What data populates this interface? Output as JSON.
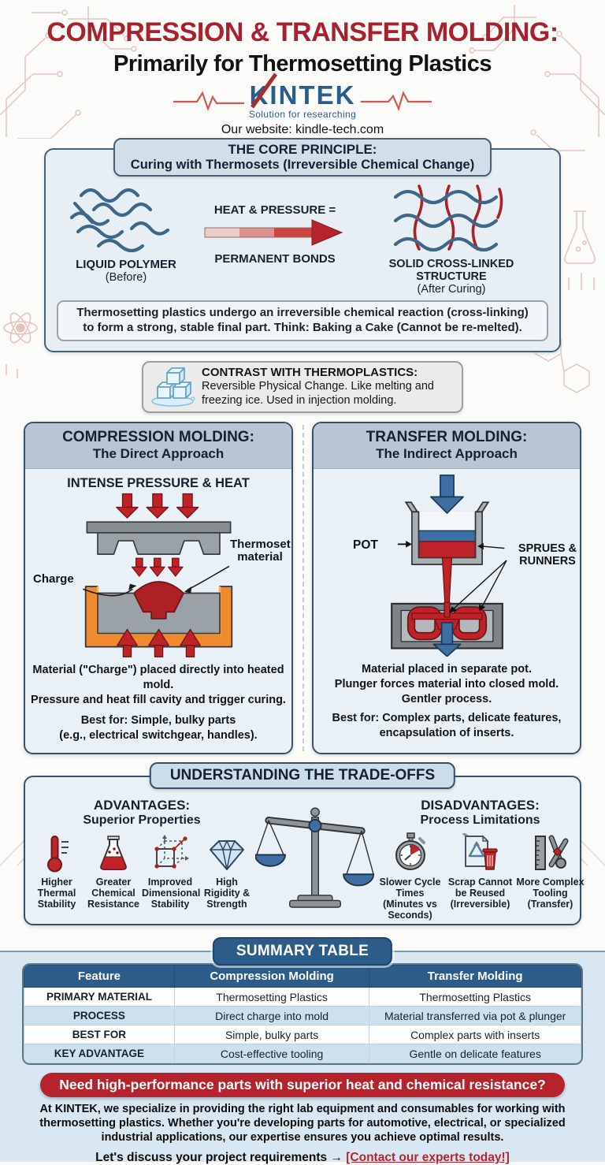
{
  "header": {
    "title": "COMPRESSION & TRANSFER MOLDING:",
    "subtitle": "Primarily for Thermosetting Plastics",
    "logo": {
      "brand": "KINTEK",
      "tagline": "Solution for researching",
      "website": "Our website: kindle-tech.com"
    }
  },
  "core_principle": {
    "heading_line1": "THE CORE PRINCIPLE:",
    "heading_line2": "Curing with Thermosets (Irreversible Chemical Change)",
    "before_label": "LIQUID POLYMER",
    "before_sub": "(Before)",
    "arrow_top": "HEAT & PRESSURE =",
    "arrow_bottom": "PERMANENT BONDS",
    "after_label": "SOLID CROSS-LINKED STRUCTURE",
    "after_sub": "(After Curing)",
    "note": "Thermosetting plastics undergo an irreversible chemical reaction (cross-linking) to form a strong, stable final part. Think: Baking a Cake (Cannot be re-melted)."
  },
  "thermoplastics_contrast": {
    "title": "CONTRAST WITH THERMOPLASTICS:",
    "text": "Reversible Physical Change. Like melting and freezing ice. Used in injection molding."
  },
  "compression_panel": {
    "title_line1": "COMPRESSION MOLDING:",
    "title_line2": "The Direct Approach",
    "pressure_label": "INTENSE PRESSURE & HEAT",
    "label_charge": "Charge",
    "label_thermoset": "Thermoset material",
    "description_line1": "Material (\"Charge\") placed directly into heated mold.",
    "description_line2": "Pressure and heat fill cavity and trigger curing.",
    "best_for_label": "Best for:",
    "best_for_line1": "Simple, bulky parts",
    "best_for_line2": "(e.g., electrical switchgear, handles)."
  },
  "transfer_panel": {
    "title_line1": "TRANSFER MOLDING:",
    "title_line2": "The Indirect Approach",
    "label_pot": "POT",
    "label_sprues": "SPRUES & RUNNERS",
    "description_line1": "Material placed in separate pot.",
    "description_line2": "Plunger forces material into closed mold.",
    "description_line3": "Gentler process.",
    "best_for_label": "Best for:",
    "best_for_text": "Complex parts, delicate features, encapsulation of inserts."
  },
  "tradeoffs": {
    "heading": "UNDERSTANDING THE TRADE-OFFS",
    "advantages_title": "ADVANTAGES:",
    "advantages_subtitle": "Superior Properties",
    "advantages": [
      {
        "icon": "thermometer-icon",
        "label": "Higher Thermal Stability"
      },
      {
        "icon": "flask-icon",
        "label": "Greater Chemical Resistance"
      },
      {
        "icon": "cube-icon",
        "label": "Improved Dimensional Stability"
      },
      {
        "icon": "diamond-icon",
        "label": "High Rigidity & Strength"
      }
    ],
    "disadvantages_title": "DISADVANTAGES:",
    "disadvantages_subtitle": "Process Limitations",
    "disadvantages": [
      {
        "icon": "stopwatch-icon",
        "label": "Slower Cycle Times (Minutes vs Seconds)"
      },
      {
        "icon": "scrap-icon",
        "label": "Scrap Cannot be Reused (Irreversible)"
      },
      {
        "icon": "tooling-icon",
        "label": "More Complex Tooling (Transfer)"
      }
    ]
  },
  "summary": {
    "heading": "SUMMARY TABLE",
    "table": {
      "columns": [
        "Feature",
        "Compression Molding",
        "Transfer Molding"
      ],
      "rows": [
        [
          "PRIMARY MATERIAL",
          "Thermosetting Plastics",
          "Thermosetting Plastics"
        ],
        [
          "PROCESS",
          "Direct charge into mold",
          "Material transferred via pot & plunger"
        ],
        [
          "BEST FOR",
          "Simple, bulky parts",
          "Complex parts with inserts"
        ],
        [
          "KEY ADVANTAGE",
          "Cost-effective tooling",
          "Gentle on delicate features"
        ]
      ]
    }
  },
  "cta": {
    "banner": "Need high-performance parts with superior heat and chemical resistance?",
    "body": "At KINTEK, we specialize in providing the right lab equipment and consumables for working with thermosetting plastics. Whether you're developing parts for automotive, electrical, or specialized industrial applications, our expertise ensures you achieve optimal results.",
    "footer_text": "Let's discuss your project requirements →",
    "footer_link": "[Contact our experts today!]"
  },
  "colors": {
    "title_red": "#a8212f",
    "accent_red": "#bf2328",
    "dark_navy": "#15212e",
    "panel_border": "#3a5068",
    "panel_header_bg": "#b7c6d2",
    "panel_bg": "#e9f1f6",
    "band_bg": "#d8e7f1",
    "table_header_blue": "#2d5c88",
    "plunger_blue": "#3d6fa5",
    "mold_orange": "#ef8a2e",
    "kintek_blue": "#2a5d8f",
    "link_red": "#b5242c"
  }
}
